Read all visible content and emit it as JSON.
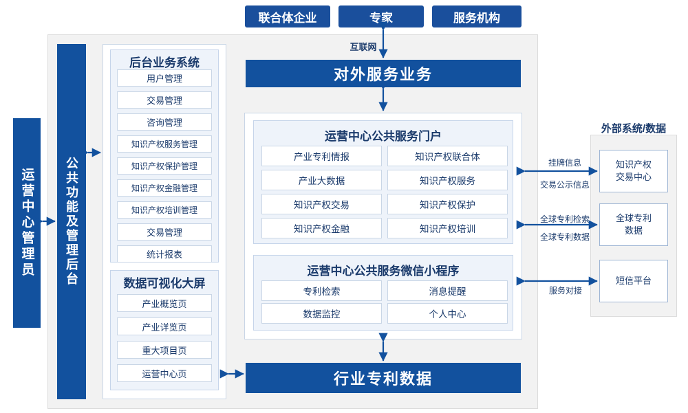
{
  "top_entities": [
    {
      "label": "联合体企业"
    },
    {
      "label": "专家"
    },
    {
      "label": "服务机构"
    }
  ],
  "internet_label": "互联网",
  "external_service_bar": "对外服务业务",
  "industry_patent_bar": "行业专利数据",
  "left_bars": [
    {
      "label": "运营中心管理员"
    },
    {
      "label": "公共功能及管理后台"
    }
  ],
  "backoffice": {
    "title": "后台业务系统",
    "items": [
      "用户管理",
      "交易管理",
      "咨询管理",
      "知识产权服务管理",
      "知识产权保护管理",
      "知识产权金融管理",
      "知识产权培训管理",
      "交易管理",
      "统计报表"
    ]
  },
  "dataviz": {
    "title": "数据可视化大屏",
    "items": [
      "产业概览页",
      "产业详览页",
      "重大项目页",
      "运营中心页"
    ]
  },
  "portal": {
    "title": "运营中心公共服务门户",
    "items": [
      "产业专利情报",
      "知识产权联合体",
      "产业大数据",
      "知识产权服务",
      "知识产权交易",
      "知识产权保护",
      "知识产权金融",
      "知识产权培训"
    ]
  },
  "miniprogram": {
    "title": "运营中心公共服务微信小程序",
    "items": [
      "专利检索",
      "消息提醒",
      "数据监控",
      "个人中心"
    ]
  },
  "external": {
    "title": "外部系统/数据",
    "items": [
      {
        "label": "知识产权\n交易中心"
      },
      {
        "label": "全球专利\n数据"
      },
      {
        "label": "短信平台"
      }
    ],
    "link_labels": [
      "挂牌信息",
      "交易公示信息",
      "全球专利检索",
      "全球专利数据",
      "服务对接"
    ]
  },
  "colors": {
    "dark_blue": "#12519e",
    "pill_blue": "#1a4f9c",
    "panel_grey": "#f2f2f2",
    "panel_blue": "#eef3fa",
    "text_blue": "#1a3a6b"
  }
}
